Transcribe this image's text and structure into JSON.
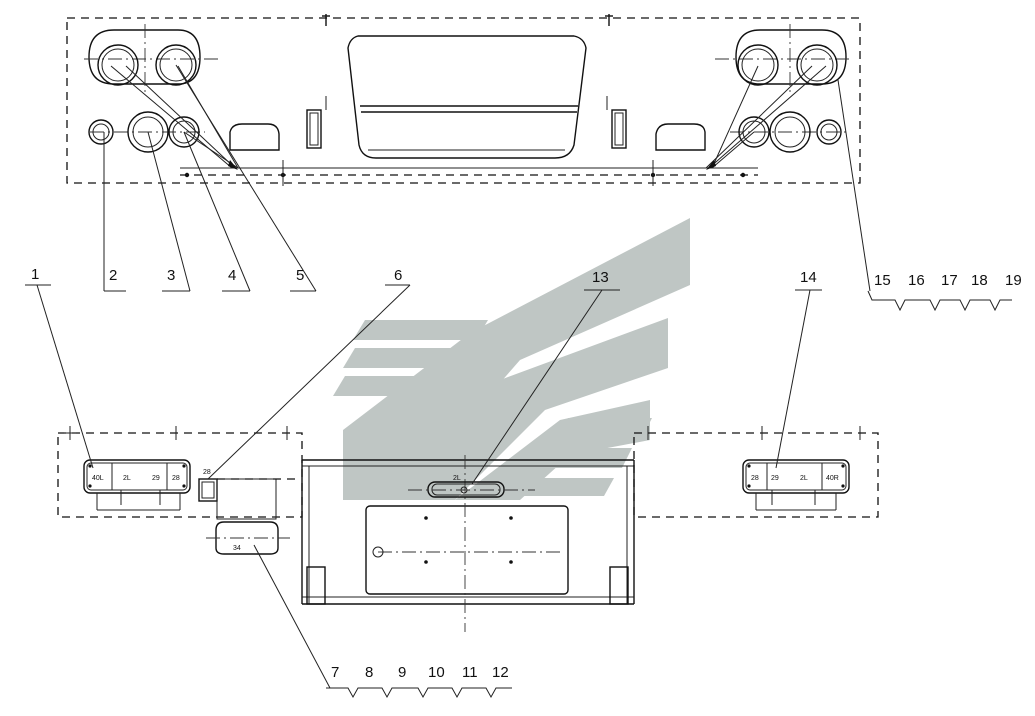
{
  "callouts": {
    "c1": "1",
    "c2": "2",
    "c3": "3",
    "c4": "4",
    "c5": "5",
    "c6": "6",
    "c7": "7",
    "c8": "8",
    "c9": "9",
    "c10": "10",
    "c11": "11",
    "c12": "12",
    "c13": "13",
    "c14": "14",
    "c15": "15",
    "c16": "16",
    "c17": "17",
    "c18": "18",
    "c19": "19"
  },
  "lamp_labels": {
    "left_40l": "40L",
    "left_2l": "2L",
    "left_29": "29",
    "left_28": "28",
    "side_28": "28",
    "box_34": "34",
    "plate_2l": "2L",
    "right_28": "28",
    "right_29": "29",
    "right_2l": "2L",
    "right_40r": "40R"
  },
  "colors": {
    "line": "#111111",
    "watermark": "#bfc6c4"
  }
}
